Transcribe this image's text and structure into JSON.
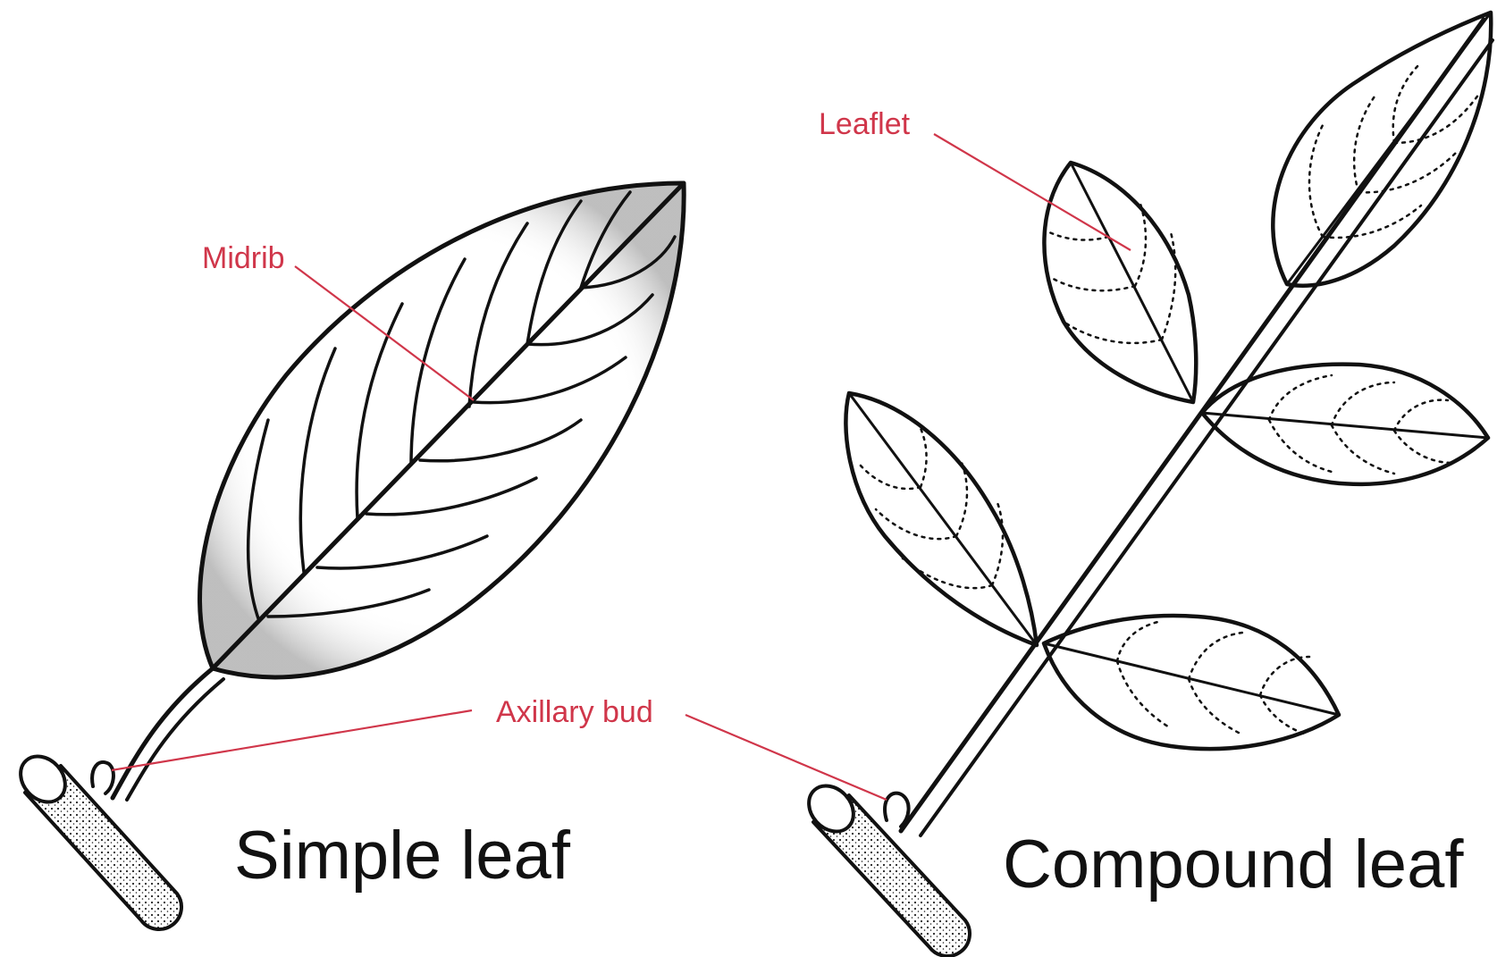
{
  "labels": {
    "midrib": "Midrib",
    "leaflet": "Leaflet",
    "axillary_bud": "Axillary bud",
    "simple_leaf": "Simple leaf",
    "compound_leaf": "Compound leaf"
  },
  "colors": {
    "label_red": "#d0364a",
    "line_red": "#d0364a",
    "ink": "#111111",
    "background": "#ffffff"
  }
}
